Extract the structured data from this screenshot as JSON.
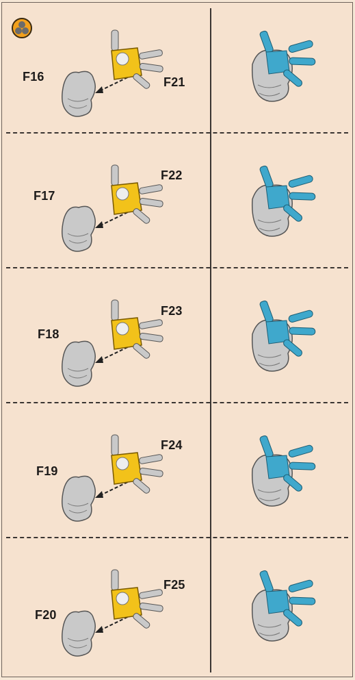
{
  "badge_icon": "three-parts-icon",
  "rows": [
    {
      "from": "F16",
      "to": "F21"
    },
    {
      "from": "F17",
      "to": "F22"
    },
    {
      "from": "F18",
      "to": "F23"
    },
    {
      "from": "F19",
      "to": "F24"
    },
    {
      "from": "F20",
      "to": "F25"
    }
  ],
  "colors": {
    "highlight": "#f2c21a",
    "result": "#3fa8cc",
    "part": "#c9c9c9"
  }
}
